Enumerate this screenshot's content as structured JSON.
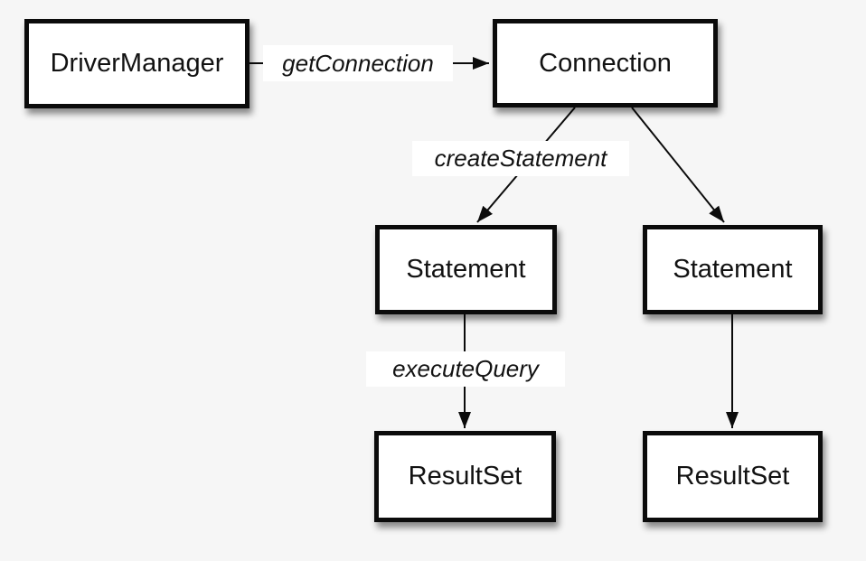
{
  "diagram": {
    "background_color": "#f6f6f6",
    "node_fill_color": "#ffffff",
    "node_border_color": "#0b0b0b",
    "text_color": "#121212",
    "nodes": [
      {
        "id": "driver-manager",
        "label": "DriverManager"
      },
      {
        "id": "connection",
        "label": "Connection"
      },
      {
        "id": "statement-left",
        "label": "Statement"
      },
      {
        "id": "statement-right",
        "label": "Statement"
      },
      {
        "id": "resultset-left",
        "label": "ResultSet"
      },
      {
        "id": "resultset-right",
        "label": "ResultSet"
      }
    ],
    "edges": [
      {
        "from": "DriverManager",
        "to": "Connection",
        "label": "getConnection"
      },
      {
        "from": "Connection",
        "to": "Statement (left)",
        "label": "createStatement"
      },
      {
        "from": "Connection",
        "to": "Statement (right)",
        "label": ""
      },
      {
        "from": "Statement (left)",
        "to": "ResultSet (left)",
        "label": "executeQuery"
      },
      {
        "from": "Statement (right)",
        "to": "ResultSet (right)",
        "label": ""
      }
    ]
  }
}
